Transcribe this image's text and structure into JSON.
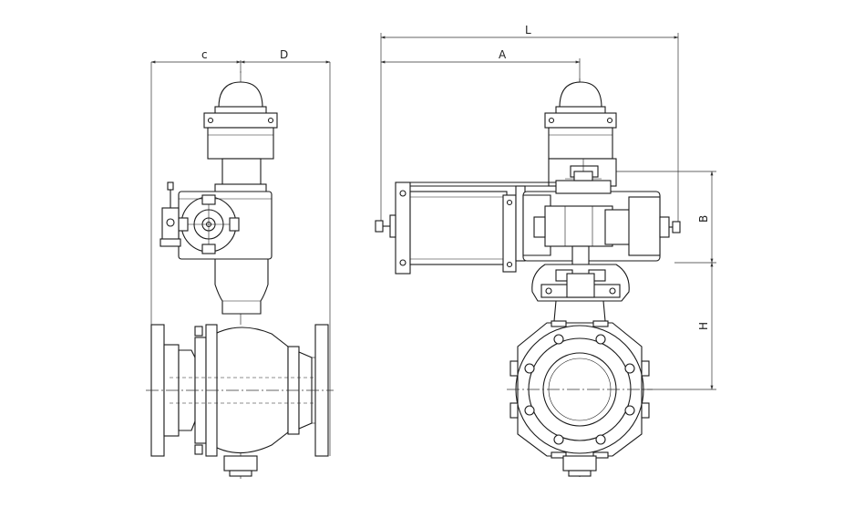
{
  "dimensions": {
    "c": "c",
    "D": "D",
    "L": "L",
    "A": "A",
    "B": "B",
    "H": "H"
  },
  "colors": {
    "line": "#1a1a1a",
    "background": "#ffffff"
  }
}
